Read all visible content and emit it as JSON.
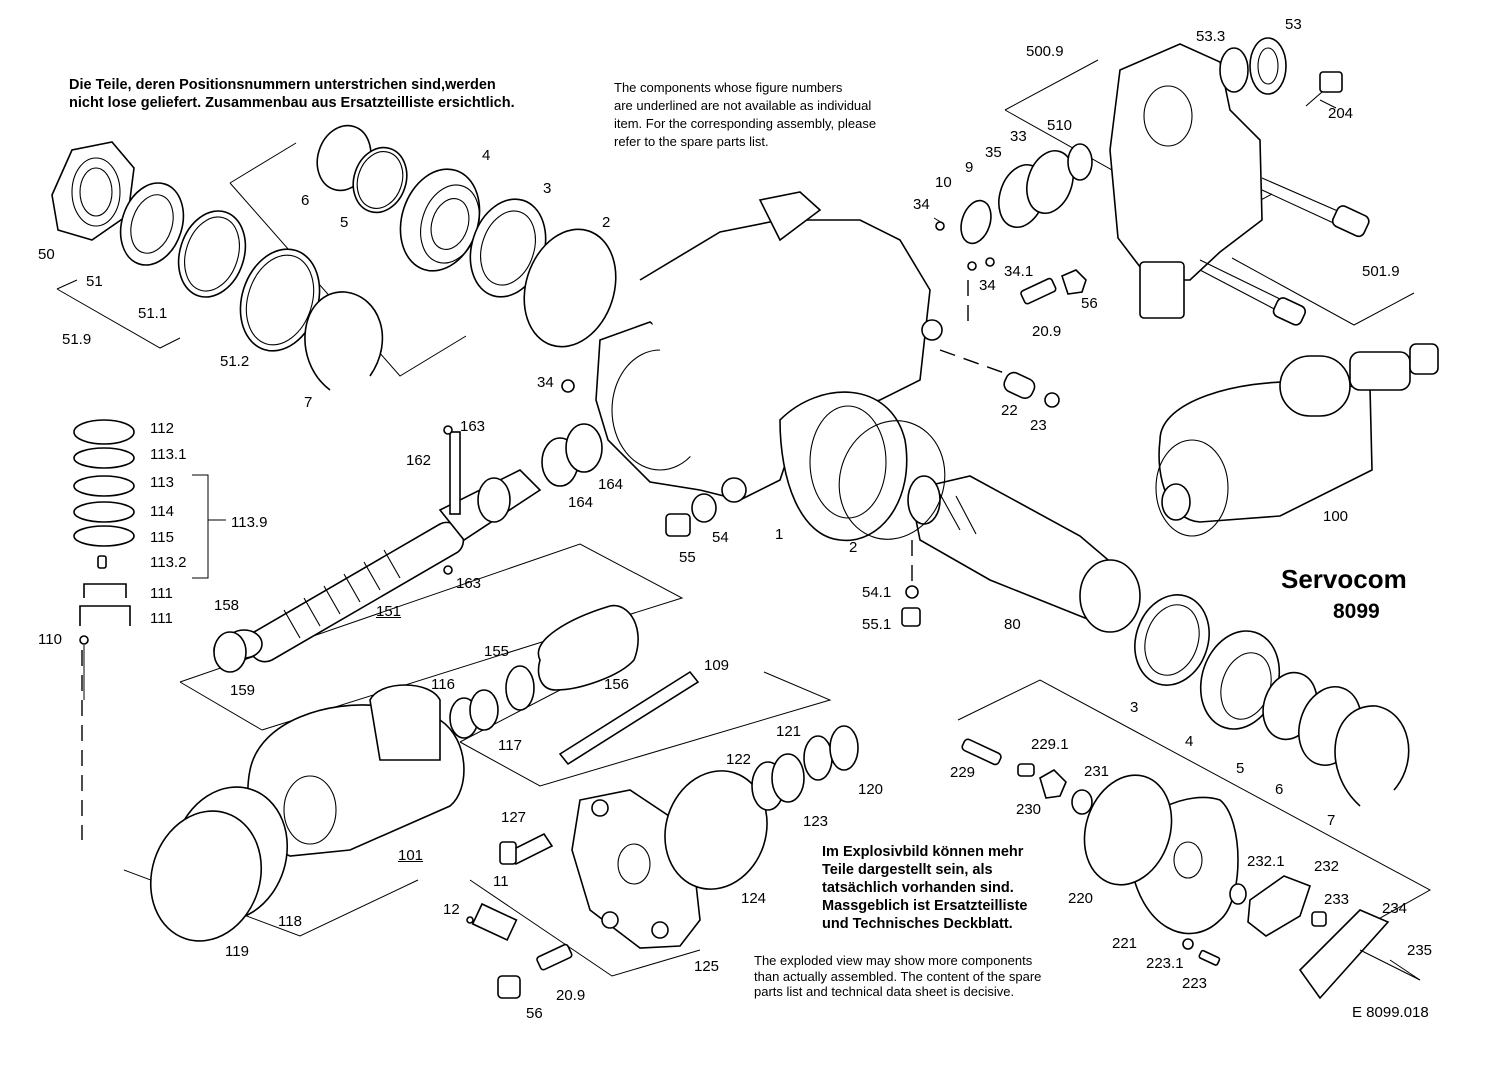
{
  "notes": {
    "de_top": "Die  Teile, deren Positionsnummern unterstrichen sind,werden\nnicht lose geliefert. Zusammenbau aus Ersatzteilliste ersichtlich.",
    "en_top": "The components whose figure numbers\nare underlined are not available as individual\nitem. For the corresponding assembly, please\nrefer to the spare parts list.",
    "de_bottom": "Im Explosivbild können mehr\nTeile dargestellt sein, als\ntatsächlich vorhanden sind.\nMassgeblich ist Ersatzteilliste\nund Technisches Deckblatt.",
    "en_bottom": "The exploded view may show more components\nthan actually assembled. The content of the spare\nparts list  and technical data sheet is decisive."
  },
  "title": {
    "product": "Servocom",
    "number": "8099"
  },
  "drawing_number": "E  8099.018",
  "part_labels": [
    {
      "id": "p50",
      "text": "50"
    },
    {
      "id": "p51",
      "text": "51"
    },
    {
      "id": "p51-1",
      "text": "51.1"
    },
    {
      "id": "p51-9",
      "text": "51.9"
    },
    {
      "id": "p51-2",
      "text": "51.2"
    },
    {
      "id": "p6-top",
      "text": "6"
    },
    {
      "id": "p5-top",
      "text": "5"
    },
    {
      "id": "p4-top",
      "text": "4"
    },
    {
      "id": "p3-top",
      "text": "3"
    },
    {
      "id": "p2-top",
      "text": "2"
    },
    {
      "id": "p7-top",
      "text": "7"
    },
    {
      "id": "p34-left",
      "text": "34"
    },
    {
      "id": "p500-9",
      "text": "500.9"
    },
    {
      "id": "p53-3",
      "text": "53.3"
    },
    {
      "id": "p53",
      "text": "53"
    },
    {
      "id": "p204",
      "text": "204"
    },
    {
      "id": "p33",
      "text": "33"
    },
    {
      "id": "p510",
      "text": "510"
    },
    {
      "id": "p35",
      "text": "35"
    },
    {
      "id": "p9",
      "text": "9"
    },
    {
      "id": "p10",
      "text": "10"
    },
    {
      "id": "p34-top",
      "text": "34"
    },
    {
      "id": "p34-1",
      "text": "34.1"
    },
    {
      "id": "p34-mid",
      "text": "34"
    },
    {
      "id": "p56-top",
      "text": "56"
    },
    {
      "id": "p20-9-top",
      "text": "20.9"
    },
    {
      "id": "p501-9",
      "text": "501.9"
    },
    {
      "id": "p22",
      "text": "22"
    },
    {
      "id": "p23",
      "text": "23"
    },
    {
      "id": "p112",
      "text": "112"
    },
    {
      "id": "p113-1",
      "text": "113.1"
    },
    {
      "id": "p113",
      "text": "113"
    },
    {
      "id": "p114",
      "text": "114"
    },
    {
      "id": "p115",
      "text": "115"
    },
    {
      "id": "p113-2",
      "text": "113.2"
    },
    {
      "id": "p113-9",
      "text": "113.9"
    },
    {
      "id": "p111-a",
      "text": "111"
    },
    {
      "id": "p111-b",
      "text": "111"
    },
    {
      "id": "p110",
      "text": "110"
    },
    {
      "id": "p163-top",
      "text": "163"
    },
    {
      "id": "p162",
      "text": "162"
    },
    {
      "id": "p163-bottom",
      "text": "163"
    },
    {
      "id": "p164-a",
      "text": "164"
    },
    {
      "id": "p164-b",
      "text": "164"
    },
    {
      "id": "p1",
      "text": "1"
    },
    {
      "id": "p2-mid",
      "text": "2"
    },
    {
      "id": "p55",
      "text": "55"
    },
    {
      "id": "p54",
      "text": "54"
    },
    {
      "id": "p100",
      "text": "100"
    },
    {
      "id": "p158",
      "text": "158"
    },
    {
      "id": "p159",
      "text": "159"
    },
    {
      "id": "p151",
      "text": "151"
    },
    {
      "id": "p155",
      "text": "155"
    },
    {
      "id": "p156",
      "text": "156"
    },
    {
      "id": "p109",
      "text": "109"
    },
    {
      "id": "p54-1",
      "text": "54.1"
    },
    {
      "id": "p55-1",
      "text": "55.1"
    },
    {
      "id": "p80",
      "text": "80"
    },
    {
      "id": "p116",
      "text": "116"
    },
    {
      "id": "p117",
      "text": "117"
    },
    {
      "id": "p121",
      "text": "121"
    },
    {
      "id": "p122",
      "text": "122"
    },
    {
      "id": "p120",
      "text": "120"
    },
    {
      "id": "p123",
      "text": "123"
    },
    {
      "id": "p3-right",
      "text": "3"
    },
    {
      "id": "p4-right",
      "text": "4"
    },
    {
      "id": "p5-right",
      "text": "5"
    },
    {
      "id": "p6-right",
      "text": "6"
    },
    {
      "id": "p7-right",
      "text": "7"
    },
    {
      "id": "p229-1",
      "text": "229.1"
    },
    {
      "id": "p229",
      "text": "229"
    },
    {
      "id": "p231",
      "text": "231"
    },
    {
      "id": "p230",
      "text": "230"
    },
    {
      "id": "p101",
      "text": "101"
    },
    {
      "id": "p127",
      "text": "127"
    },
    {
      "id": "p11",
      "text": "11"
    },
    {
      "id": "p12",
      "text": "12"
    },
    {
      "id": "p118",
      "text": "118"
    },
    {
      "id": "p119",
      "text": "119"
    },
    {
      "id": "p124",
      "text": "124"
    },
    {
      "id": "p125",
      "text": "125"
    },
    {
      "id": "p56-bottom",
      "text": "56"
    },
    {
      "id": "p20-9-bottom",
      "text": "20.9"
    },
    {
      "id": "p220",
      "text": "220"
    },
    {
      "id": "p232-1",
      "text": "232.1"
    },
    {
      "id": "p232",
      "text": "232"
    },
    {
      "id": "p233",
      "text": "233"
    },
    {
      "id": "p234",
      "text": "234"
    },
    {
      "id": "p235",
      "text": "235"
    },
    {
      "id": "p221",
      "text": "221"
    },
    {
      "id": "p223-1",
      "text": "223.1"
    },
    {
      "id": "p223",
      "text": "223"
    }
  ]
}
